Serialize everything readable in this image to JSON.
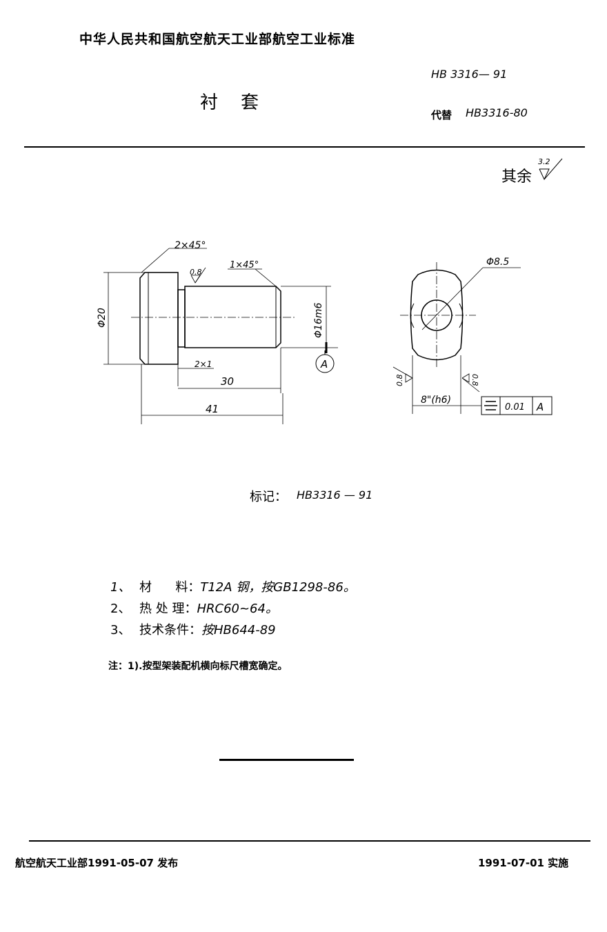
{
  "header": {
    "org_title": "中华人民共和国航空航天工业部航空工业标准",
    "doc_title": "衬    套",
    "standard_no": "HB 3316— 91",
    "replaces_label": "代替",
    "replaces_no": "HB3316-80"
  },
  "roughness": {
    "label": "其余",
    "value": "3.2"
  },
  "drawing": {
    "chamfer_head": "2×45°",
    "chamfer_shaft": "1×45°",
    "roughness_shaft": "0.8",
    "dia_head": "Φ20",
    "dia_shaft": "Φ16m6",
    "groove": "2×1",
    "len_shaft": "30",
    "len_total": "41",
    "datum": "A",
    "hole_dia": "Φ8.5",
    "roughness_left": "0.8",
    "roughness_right": "0.8",
    "width": "8\"(h6)",
    "tolerance": {
      "symbol": "symmetry",
      "value": "0.01",
      "datum": "A"
    }
  },
  "marking": {
    "label": "标记：",
    "value": "HB3316 — 91"
  },
  "requirements": [
    {
      "num": "1、",
      "label": "材      料：",
      "text": "T12A 钢，按GB1298-86。"
    },
    {
      "num": "2、",
      "label": "热 处 理：",
      "text": "HRC60~64。"
    },
    {
      "num": "3、",
      "label": "技术条件：",
      "text": "按HB644-89"
    }
  ],
  "note": "注：1).按型架装配机横向标尺槽宽确定。",
  "footer": {
    "issued": "航空航天工业部1991-05-07 发布",
    "effective": "1991-07-01 实施"
  }
}
